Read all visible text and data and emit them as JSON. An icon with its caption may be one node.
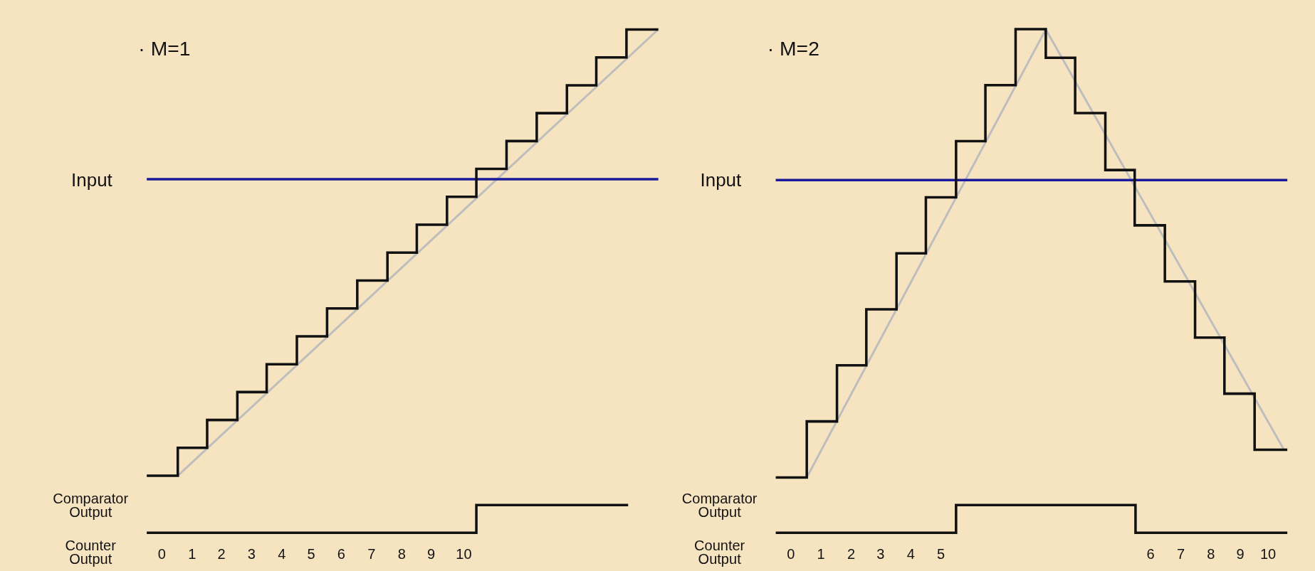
{
  "diagram": {
    "labels": [
      "· M=1",
      "Input",
      "Comparator Output",
      "Counter Output",
      "0",
      "1",
      "2",
      "3",
      "4",
      "5",
      "6",
      "7",
      "8",
      "9",
      "10",
      "· M=2",
      "Input",
      "Comparator Output",
      "Counter Output",
      "0",
      "1",
      "2",
      "3",
      "4",
      "5",
      "6",
      "7",
      "8",
      "9",
      "10"
    ]
  }
}
